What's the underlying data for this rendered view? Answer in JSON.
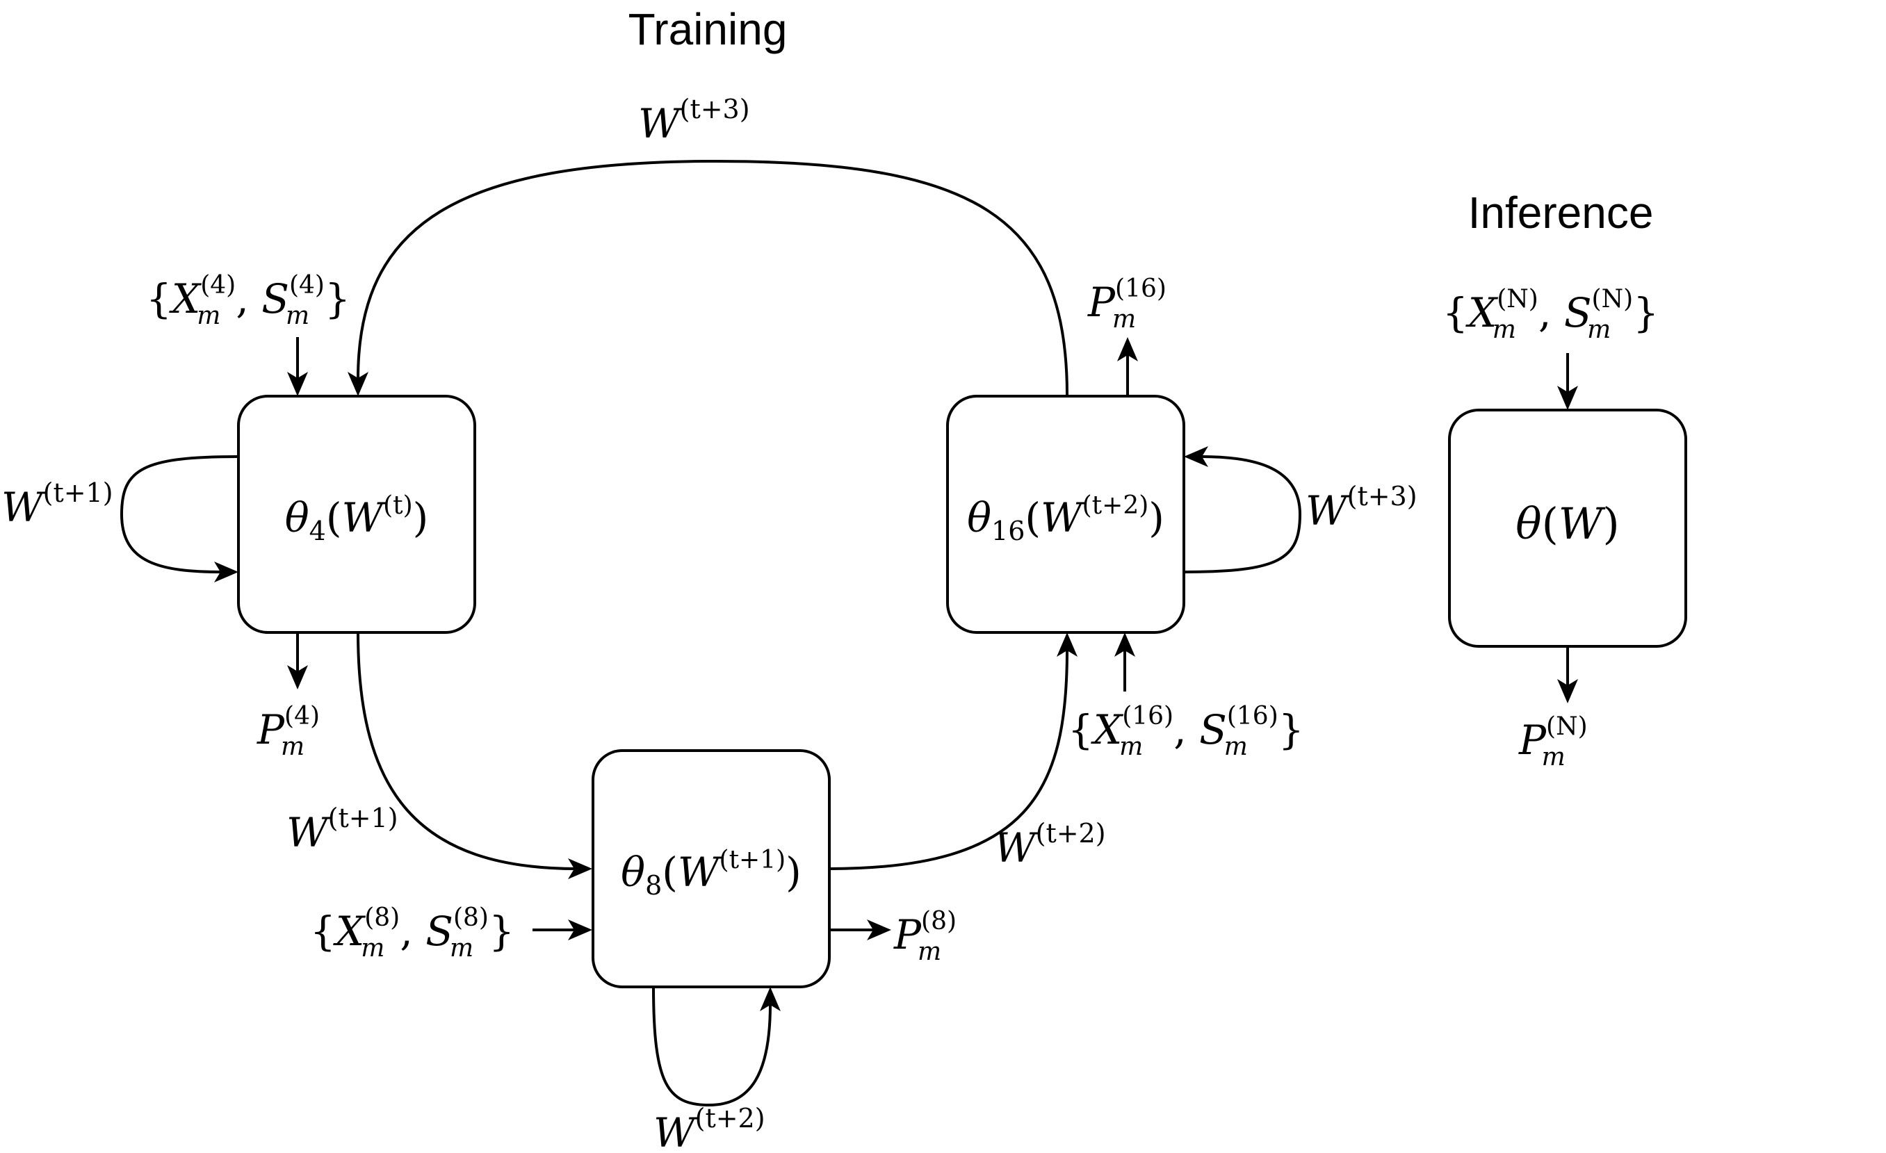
{
  "headings": {
    "training": "Training",
    "inference": "Inference"
  },
  "nodes": {
    "theta4": {
      "symbol": "θ",
      "sub": "4",
      "arg": "W",
      "sup": "(t)"
    },
    "theta8": {
      "symbol": "θ",
      "sub": "8",
      "arg": "W",
      "sup": "(t+1)"
    },
    "theta16": {
      "symbol": "θ",
      "sub": "16",
      "arg": "W",
      "sup": "(t+2)"
    },
    "theta_inf": {
      "symbol": "θ",
      "arg": "W"
    }
  },
  "weights": {
    "w_t1": "(t+1)",
    "w_t2": "(t+2)",
    "w_t3": "(t+3)"
  },
  "inputs": {
    "x": "X",
    "s": "S",
    "m": "m",
    "i4": "(4)",
    "i8": "(8)",
    "i16": "(16)",
    "iN": "(N)"
  },
  "outputs": {
    "p": "P",
    "m": "m"
  }
}
